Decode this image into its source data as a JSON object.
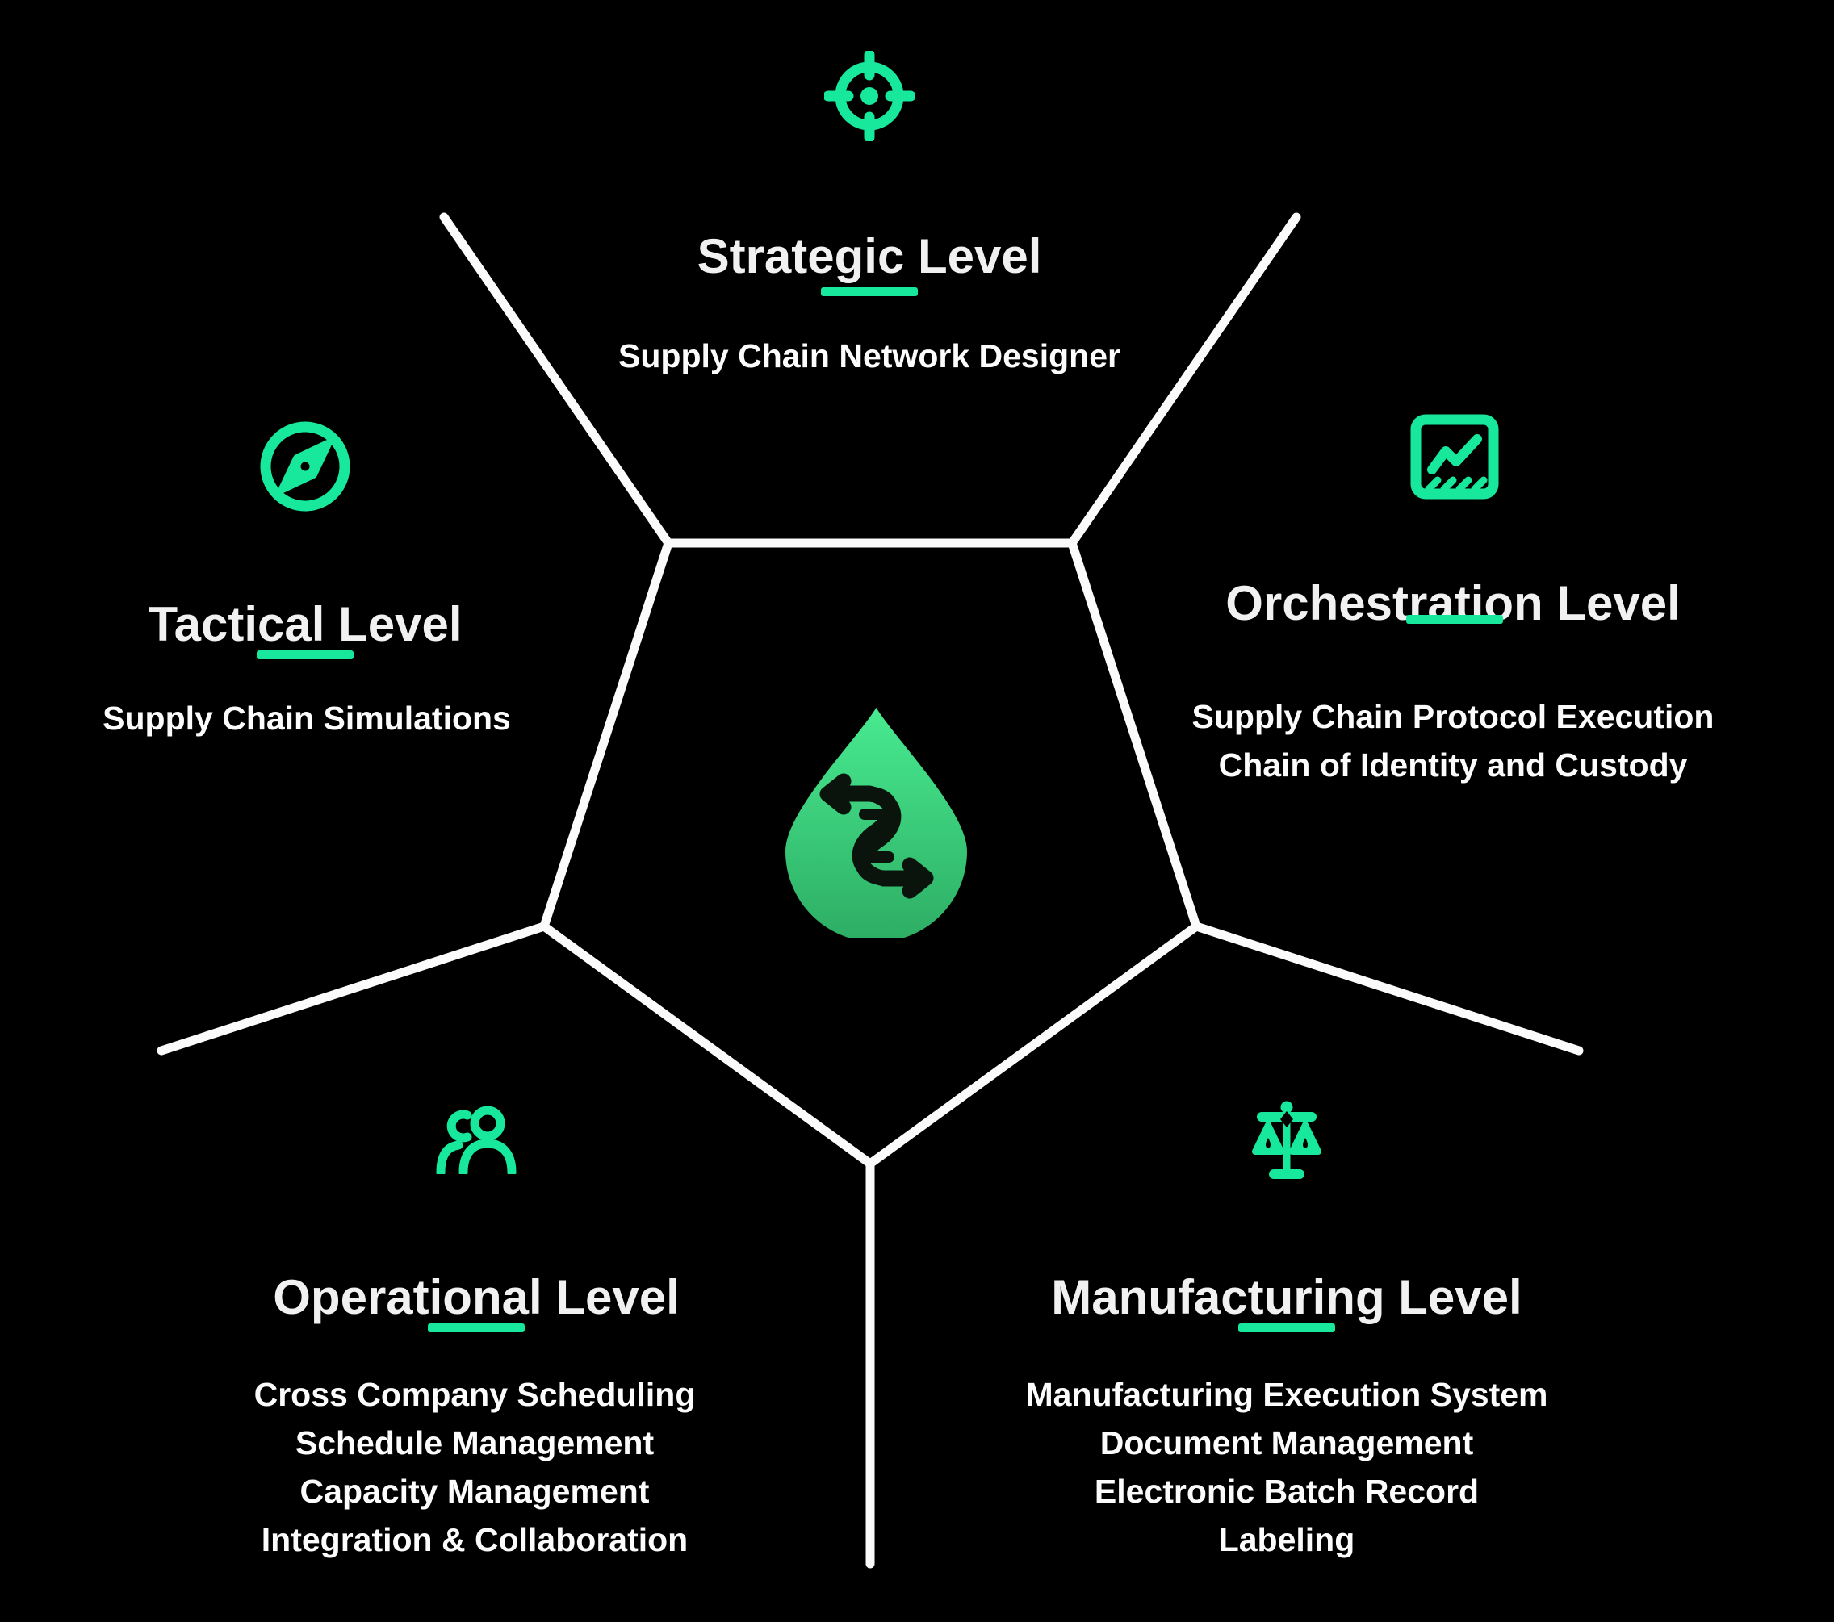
{
  "colors": {
    "background": "#000000",
    "accent": "#17e89c",
    "pentagon_line": "#fbfbfc",
    "heading_text": "#f1f1f2",
    "body_text": "#fcfcfc",
    "droplet_top": "#48ea90",
    "droplet_bottom": "#2dad64",
    "dna": "#0a140d"
  },
  "center_logo": {
    "icon": "dna-droplet-logo"
  },
  "sections": [
    {
      "id": "strategic",
      "icon": "target-icon",
      "title": "Strategic Level",
      "items": [
        "Supply Chain Network Designer"
      ]
    },
    {
      "id": "tactical",
      "icon": "compass-icon",
      "title": "Tactical Level",
      "items": [
        "Supply Chain Simulations"
      ]
    },
    {
      "id": "orchestration",
      "icon": "trend-chart-icon",
      "title": "Orchestration Level",
      "items": [
        "Supply Chain Protocol Execution",
        "Chain of Identity and Custody"
      ]
    },
    {
      "id": "operational",
      "icon": "users-icon",
      "title": "Operational Level",
      "items": [
        "Cross Company Scheduling",
        "Schedule Management",
        "Capacity Management",
        "Integration & Collaboration"
      ]
    },
    {
      "id": "manufacturing",
      "icon": "scales-icon",
      "title": "Manufacturing Level",
      "items": [
        "Manufacturing Execution System",
        "Document Management",
        "Electronic Batch Record",
        "Labeling"
      ]
    }
  ]
}
